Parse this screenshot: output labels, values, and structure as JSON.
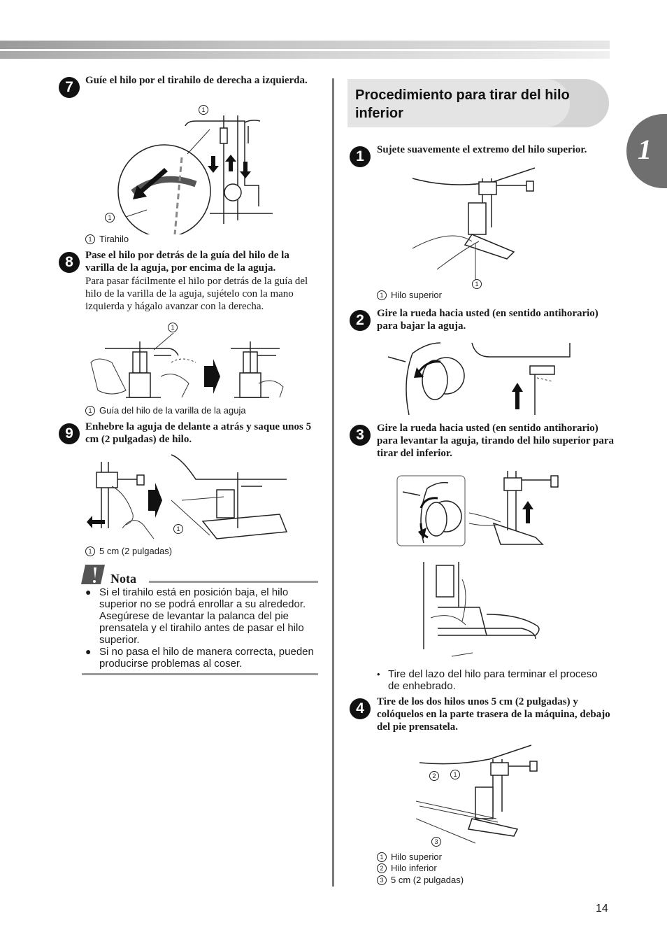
{
  "chapter": "1",
  "page_number": "14",
  "left_column": {
    "step7": {
      "num": "7",
      "title": "Guíe el hilo por el tirahilo de derecha a izquierda.",
      "captions": [
        {
          "marker": "1",
          "text": "Tirahilo"
        }
      ]
    },
    "step8": {
      "num": "8",
      "title": "Pase el hilo por detrás de la guía del hilo de la varilla de la aguja, por encima de la aguja.",
      "body": "Para pasar fácilmente el hilo por detrás de la guía del hilo de la varilla de la aguja, sujételo con la mano izquierda y hágalo avanzar con la derecha.",
      "captions": [
        {
          "marker": "1",
          "text": "Guía del hilo de la varilla de la aguja"
        }
      ]
    },
    "step9": {
      "num": "9",
      "title": "Enhebre la aguja de delante a atrás y saque unos 5 cm (2 pulgadas) de hilo.",
      "captions": [
        {
          "marker": "1",
          "text": "5 cm (2 pulgadas)"
        }
      ]
    },
    "note": {
      "heading": "Nota",
      "items": [
        "Si el tirahilo está en posición baja, el hilo superior no se podrá enrollar a su alrededor. Asegúrese de levantar la palanca del pie prensatela y el tirahilo antes de pasar el hilo superior.",
        "Si no pasa el hilo de manera correcta, pueden producirse problemas al coser."
      ]
    }
  },
  "right_column": {
    "section_title": "Procedimiento para tirar del hilo inferior",
    "step1": {
      "num": "1",
      "title": "Sujete suavemente el extremo del hilo superior.",
      "captions": [
        {
          "marker": "1",
          "text": "Hilo superior"
        }
      ]
    },
    "step2": {
      "num": "2",
      "title": "Gire la rueda hacia usted (en sentido antihorario) para bajar la aguja."
    },
    "step3": {
      "num": "3",
      "title": "Gire la rueda hacia usted (en sentido antihorario) para levantar la aguja, tirando del hilo superior para tirar del inferior.",
      "bullet": "Tire del lazo del hilo para terminar el proceso de enhebrado."
    },
    "step4": {
      "num": "4",
      "title": "Tire de los dos hilos unos 5 cm (2 pulgadas) y colóquelos en la parte trasera de la máquina, debajo del pie prensatela.",
      "captions": [
        {
          "marker": "1",
          "text": "Hilo superior"
        },
        {
          "marker": "2",
          "text": "Hilo inferior"
        },
        {
          "marker": "3",
          "text": "5 cm (2 pulgadas)"
        }
      ]
    }
  }
}
